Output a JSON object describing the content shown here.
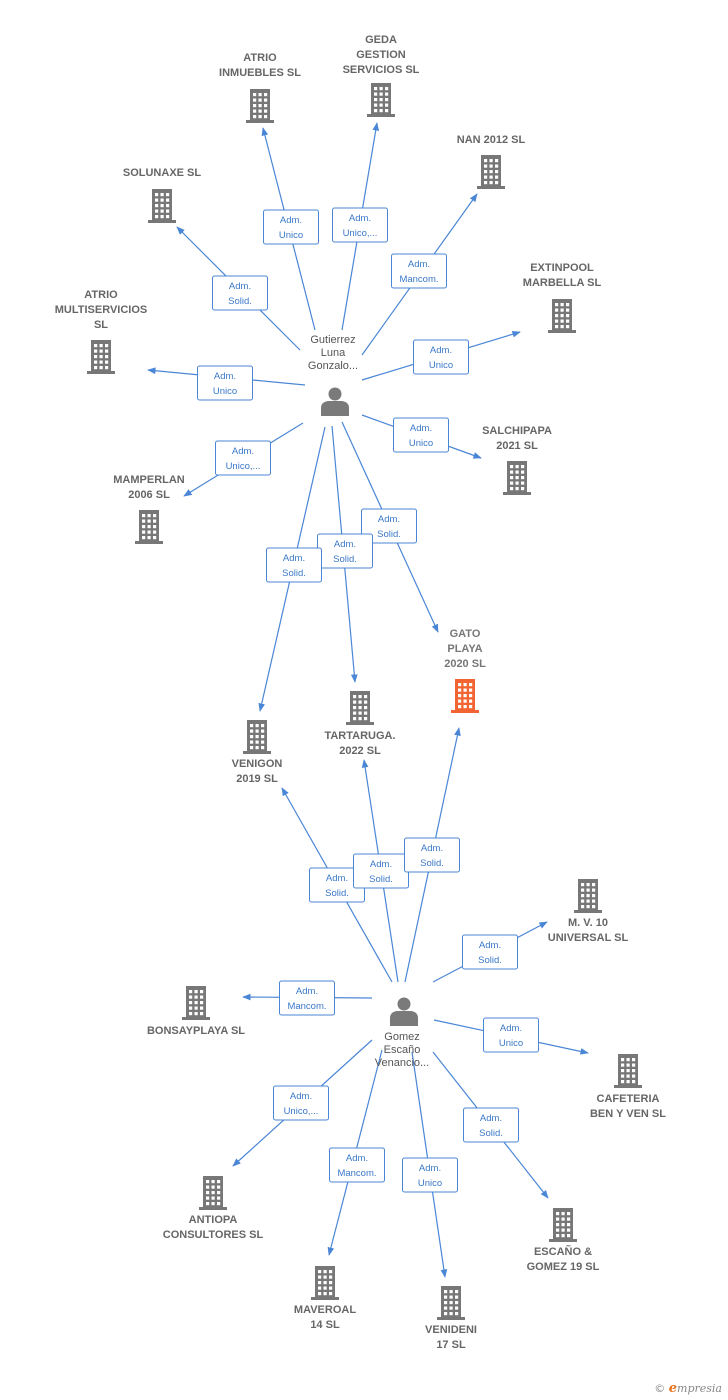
{
  "colors": {
    "edge": "#4a86d6",
    "company": "#777777",
    "focus_company": "#f26533",
    "person": "#7a7a7a"
  },
  "persons": [
    {
      "id": "gutierrez",
      "label": [
        "Gutierrez",
        "Luna",
        "Gonzalo..."
      ]
    },
    {
      "id": "gomez",
      "label": [
        "Gomez",
        "Escaño",
        "Venancio..."
      ]
    }
  ],
  "companies": [
    {
      "id": "atrio_inm",
      "label": [
        "ATRIO",
        "INMUEBLES  SL"
      ],
      "focus": false
    },
    {
      "id": "geda",
      "label": [
        "GEDA",
        "GESTION",
        "SERVICIOS  SL"
      ],
      "focus": false
    },
    {
      "id": "nan2012",
      "label": [
        "NAN 2012 SL"
      ],
      "focus": false
    },
    {
      "id": "solunaxe",
      "label": [
        "SOLUNAXE  SL"
      ],
      "focus": false
    },
    {
      "id": "extinpool",
      "label": [
        "EXTINPOOL",
        "MARBELLA  SL"
      ],
      "focus": false
    },
    {
      "id": "atrio_multi",
      "label": [
        "ATRIO",
        "MULTISERVICIOS",
        "SL"
      ],
      "focus": false
    },
    {
      "id": "salchipapa",
      "label": [
        "SALCHIPAPA",
        "2021  SL"
      ],
      "focus": false
    },
    {
      "id": "mamperlan",
      "label": [
        "MAMPERLAN",
        "2006 SL"
      ],
      "focus": false
    },
    {
      "id": "gato",
      "label": [
        "GATO",
        "PLAYA",
        "2020  SL"
      ],
      "focus": true
    },
    {
      "id": "tartaruga",
      "label": [
        "TARTARUGA.",
        "2022  SL"
      ],
      "focus": false
    },
    {
      "id": "venigon",
      "label": [
        "VENIGON",
        "2019  SL"
      ],
      "focus": false
    },
    {
      "id": "mv10",
      "label": [
        "M.  V. 10",
        "UNIVERSAL SL"
      ],
      "focus": false
    },
    {
      "id": "bonsay",
      "label": [
        "BONSAYPLAYA SL"
      ],
      "focus": false
    },
    {
      "id": "cafeteria",
      "label": [
        "CAFETERIA",
        "BEN Y VEN  SL"
      ],
      "focus": false
    },
    {
      "id": "antiopa",
      "label": [
        "ANTIOPA",
        "CONSULTORES SL"
      ],
      "focus": false
    },
    {
      "id": "escano",
      "label": [
        "ESCAÑO &",
        "GOMEZ 19  SL"
      ],
      "focus": false
    },
    {
      "id": "maveroal",
      "label": [
        "MAVEROAL",
        "14  SL"
      ],
      "focus": false
    },
    {
      "id": "venideni",
      "label": [
        "VENIDENI",
        "17  SL"
      ],
      "focus": false
    }
  ],
  "relations": [
    {
      "from": "gutierrez",
      "to": "atrio_inm",
      "role": [
        "Adm.",
        "Unico"
      ]
    },
    {
      "from": "gutierrez",
      "to": "geda",
      "role": [
        "Adm.",
        "Unico,..."
      ]
    },
    {
      "from": "gutierrez",
      "to": "nan2012",
      "role": [
        "Adm.",
        "Mancom."
      ]
    },
    {
      "from": "gutierrez",
      "to": "solunaxe",
      "role": [
        "Adm.",
        "Solid."
      ]
    },
    {
      "from": "gutierrez",
      "to": "extinpool",
      "role": [
        "Adm.",
        "Unico"
      ]
    },
    {
      "from": "gutierrez",
      "to": "atrio_multi",
      "role": [
        "Adm.",
        "Unico"
      ]
    },
    {
      "from": "gutierrez",
      "to": "salchipapa",
      "role": [
        "Adm.",
        "Unico"
      ]
    },
    {
      "from": "gutierrez",
      "to": "mamperlan",
      "role": [
        "Adm.",
        "Unico,..."
      ]
    },
    {
      "from": "gutierrez",
      "to": "gato",
      "role": [
        "Adm.",
        "Solid."
      ]
    },
    {
      "from": "gutierrez",
      "to": "tartaruga",
      "role": [
        "Adm.",
        "Solid."
      ]
    },
    {
      "from": "gutierrez",
      "to": "venigon",
      "role": [
        "Adm.",
        "Solid."
      ]
    },
    {
      "from": "gomez",
      "to": "venigon",
      "role": [
        "Adm.",
        "Solid."
      ]
    },
    {
      "from": "gomez",
      "to": "tartaruga",
      "role": [
        "Adm.",
        "Solid."
      ]
    },
    {
      "from": "gomez",
      "to": "gato",
      "role": [
        "Adm.",
        "Solid."
      ]
    },
    {
      "from": "gomez",
      "to": "mv10",
      "role": [
        "Adm.",
        "Solid."
      ]
    },
    {
      "from": "gomez",
      "to": "bonsay",
      "role": [
        "Adm.",
        "Mancom."
      ]
    },
    {
      "from": "gomez",
      "to": "cafeteria",
      "role": [
        "Adm.",
        "Unico"
      ]
    },
    {
      "from": "gomez",
      "to": "antiopa",
      "role": [
        "Adm.",
        "Unico,..."
      ]
    },
    {
      "from": "gomez",
      "to": "escano",
      "role": [
        "Adm.",
        "Solid."
      ]
    },
    {
      "from": "gomez",
      "to": "maveroal",
      "role": [
        "Adm.",
        "Mancom."
      ]
    },
    {
      "from": "gomez",
      "to": "venideni",
      "role": [
        "Adm.",
        "Unico"
      ]
    }
  ],
  "brand": {
    "copyright": "©",
    "initial": "e",
    "rest": "mpresia"
  }
}
